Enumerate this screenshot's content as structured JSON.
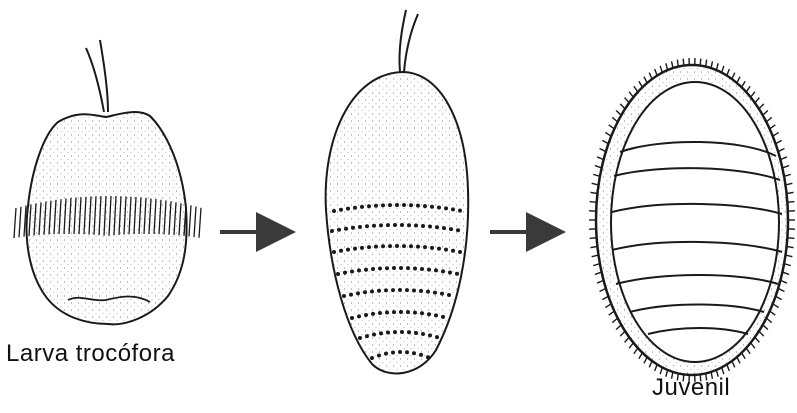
{
  "stages": [
    {
      "id": "larva",
      "label": "Larva trocófora"
    },
    {
      "id": "intermediate",
      "label": ""
    },
    {
      "id": "juvenil",
      "label": "Juvenil"
    }
  ],
  "colors": {
    "ink": "#1a1a1a",
    "background": "#ffffff",
    "stipple": "#9a9a9a"
  }
}
